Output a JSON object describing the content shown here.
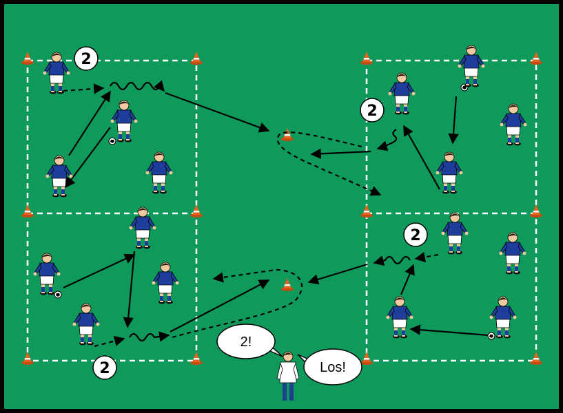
{
  "colors": {
    "field": "#0f9a5c",
    "border": "#000000",
    "lines": "#ffffff",
    "arrows": "#000000",
    "cone": "#e8631f",
    "shirt": "#1f3e9b",
    "shorts": "#ffffff",
    "skin": "#f2c9a0",
    "hair": "#2a1a10",
    "coach_pants": "#1c3f8f"
  },
  "group_numbers": [
    "2",
    "2",
    "2",
    "2"
  ],
  "coach": {
    "call_left": "2!",
    "call_right": "Los!"
  },
  "icons": [
    "cone-icon",
    "player-icon",
    "ball-icon",
    "coach-icon",
    "speech-bubble-icon"
  ]
}
